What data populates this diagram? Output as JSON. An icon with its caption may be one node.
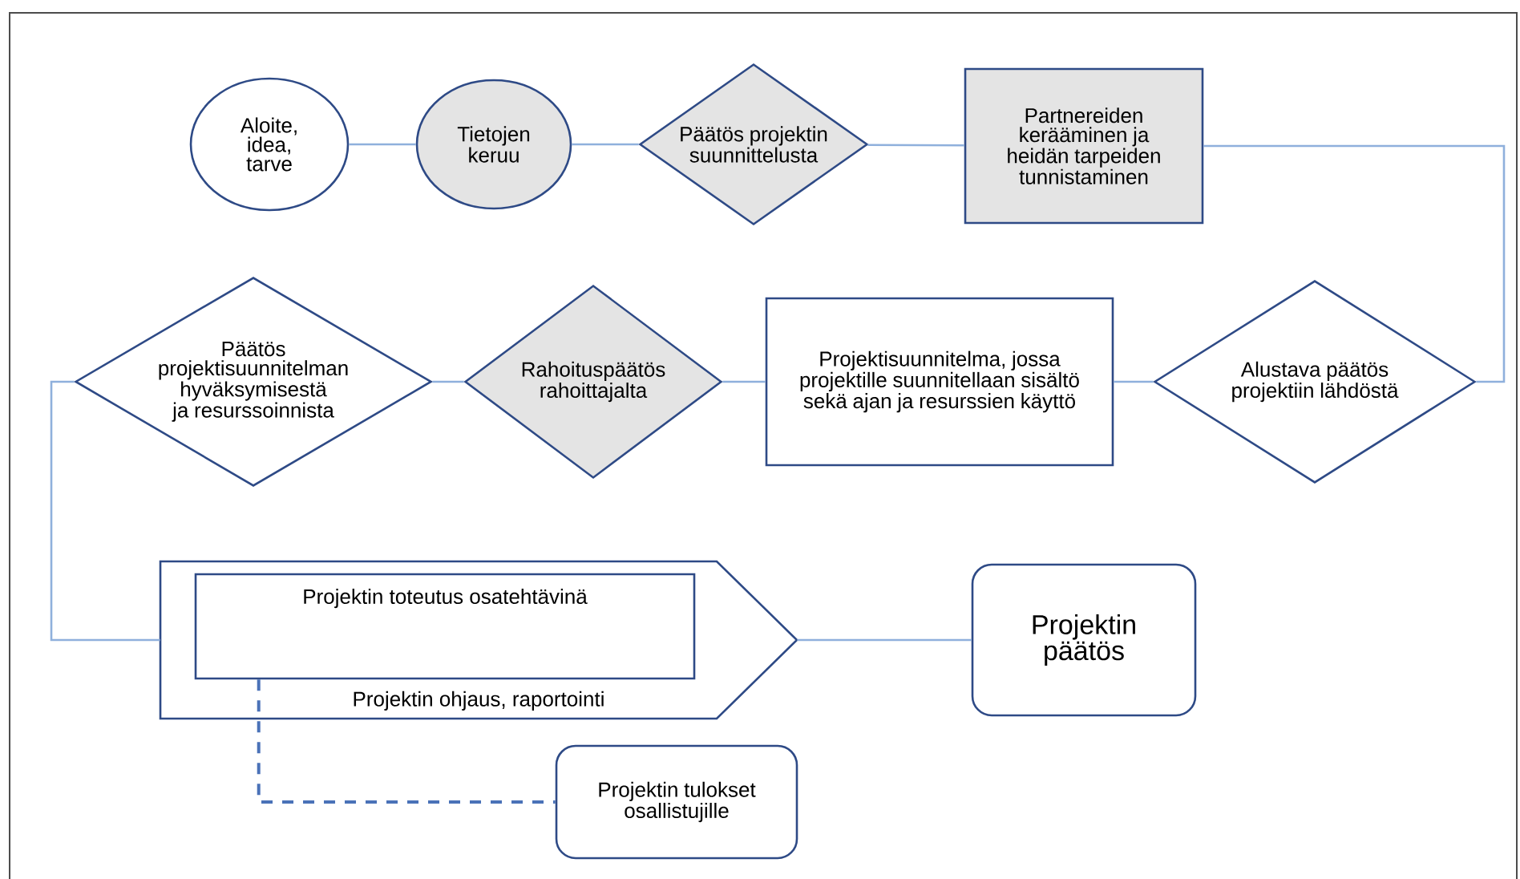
{
  "diagram": {
    "nodes": [
      {
        "text": [
          "Aloite, idea, tarve"
        ]
      },
      {
        "text": [
          "Tietojen keruu"
        ]
      },
      {
        "text": [
          "Päätös projektin suunnittelusta"
        ]
      },
      {
        "text": [
          "Partnereiden kerääminen ja heidän tarpeiden tunnistaminen"
        ]
      },
      {
        "text": [
          "Alustava päätös projektiin lähdöstä"
        ]
      },
      {
        "text": [
          "Projektisuunnitelma, jossa projektille suunnitellaan sisältö sekä ajan ja resurssien käyttö"
        ]
      },
      {
        "text": [
          "Rahoituspäätös rahoittajalta"
        ]
      },
      {
        "text": [
          "Päätös projektisuunnitelman hyväksymisestä ja resurssoinnista"
        ]
      },
      {
        "text": [
          "Projektin ohjaus, raportointi"
        ]
      },
      {
        "text": [
          "Projektin toteutus osatehtävinä"
        ],
        "in": 8
      },
      {
        "text": [
          "Projektin päätös"
        ]
      },
      {
        "text": [
          "Projektin tulokset osallistujille"
        ]
      }
    ],
    "edges": [
      {
        "from": 0,
        "to": 1,
        "arrow": "none"
      },
      {
        "from": 1,
        "to": 2,
        "arrow": "none"
      },
      {
        "from": 2,
        "to": 3,
        "arrow": "none"
      },
      {
        "from": 3,
        "to": 4,
        "arrow": "none"
      },
      {
        "from": 4,
        "to": 5,
        "arrow": "none"
      },
      {
        "from": 5,
        "to": 6,
        "arrow": "none"
      },
      {
        "from": 6,
        "to": 7,
        "arrow": "none"
      },
      {
        "from": 7,
        "to": 8,
        "arrow": "none"
      },
      {
        "from": 8,
        "to": 10,
        "arrow": "none"
      },
      {
        "from": 9,
        "to": 11,
        "arrow": "none",
        "style": "dashed",
        "color": "#4a72b8"
      }
    ]
  }
}
